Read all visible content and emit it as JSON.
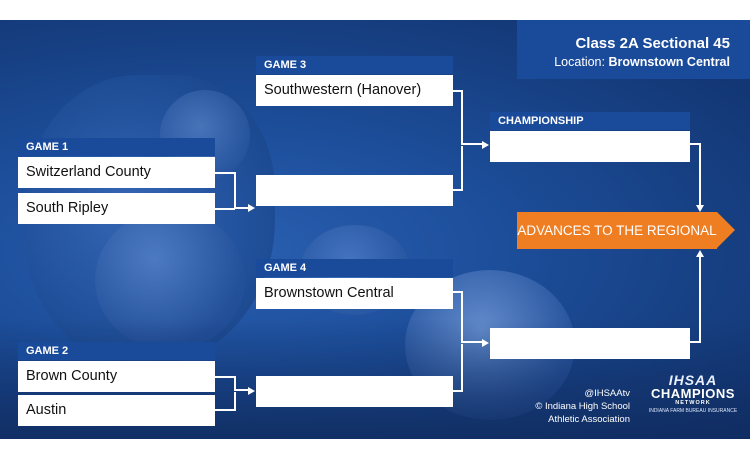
{
  "header": {
    "title": "Class 2A Sectional 45",
    "location_label": "Location:",
    "location_value": "Brownstown Central"
  },
  "games": [
    {
      "label": "GAME 1",
      "teams": [
        "Switzerland County",
        "South Ripley"
      ]
    },
    {
      "label": "GAME 2",
      "teams": [
        "Brown County",
        "Austin"
      ]
    },
    {
      "label": "GAME 3",
      "teams": [
        "Southwestern (Hanover)",
        ""
      ]
    },
    {
      "label": "GAME 4",
      "teams": [
        "Brownstown Central",
        ""
      ]
    }
  ],
  "championship": {
    "label": "CHAMPIONSHIP"
  },
  "advance": {
    "label": "ADVANCES TO THE REGIONAL"
  },
  "credits": {
    "handle": "@IHSAAtv",
    "copyright_line1": "© Indiana High School",
    "copyright_line2": "Athletic Association"
  },
  "logo": {
    "line1": "IHSAA",
    "line2": "CHAMPIONS",
    "line3": "NETWORK",
    "sponsor": "INDIANA FARM BUREAU INSURANCE"
  },
  "colors": {
    "panel_blue": "#1a4a9a",
    "accent_orange": "#ef7d22",
    "background_blue": "#1d4f9c"
  }
}
